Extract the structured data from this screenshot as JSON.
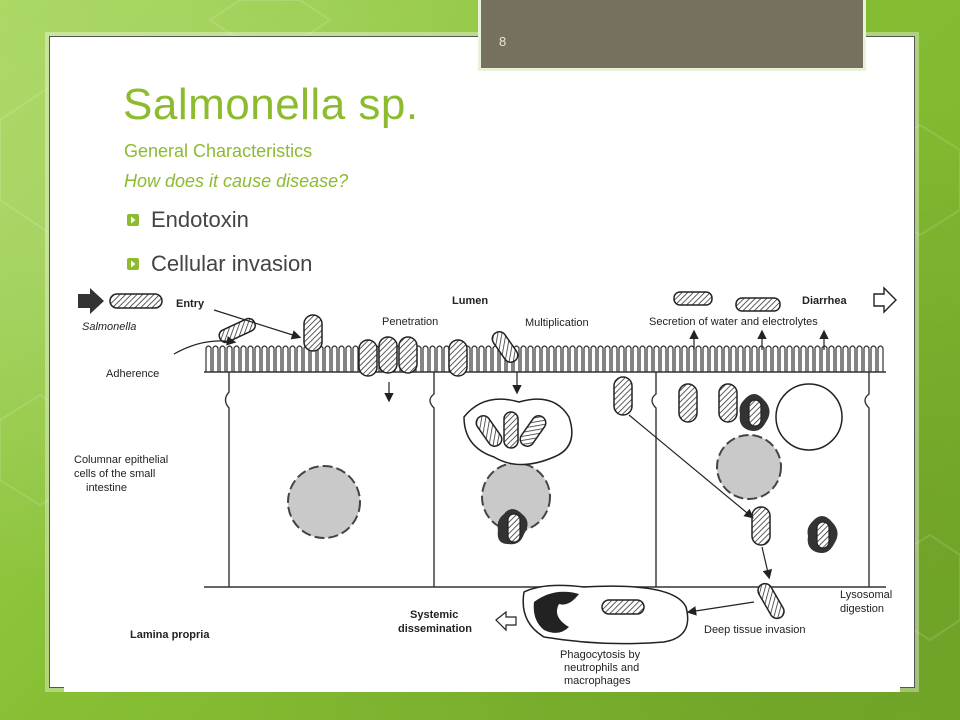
{
  "slide": {
    "number": "8",
    "title": "Salmonella sp.",
    "subtitle": "General Characteristics",
    "question": "How does it cause disease?",
    "bullets": [
      {
        "text": "Endotoxin"
      },
      {
        "text": "Cellular invasion"
      }
    ],
    "colors": {
      "accent": "#8cbb2f",
      "tab": "#76705f",
      "background": "#8fc43a"
    }
  },
  "diagram": {
    "labels": {
      "entry": "Entry",
      "salmonella": "Salmonella",
      "adherence": "Adherence",
      "lumen": "Lumen",
      "penetration": "Penetration",
      "multiplication": "Multiplication",
      "diarrhea": "Diarrhea",
      "secretion": "Secretion of water and electrolytes",
      "columnar_1": "Columnar epithelial",
      "columnar_2": "cells of the small",
      "columnar_3": "intestine",
      "lamina_propria": "Lamina propria",
      "systemic_1": "Systemic",
      "systemic_2": "dissemination",
      "phago_1": "Phagocytosis by",
      "phago_2": "neutrophils and",
      "phago_3": "macrophages",
      "deep_tissue": "Deep tissue invasion",
      "lysosomal_1": "Lysosomal",
      "lysosomal_2": "digestion"
    }
  }
}
